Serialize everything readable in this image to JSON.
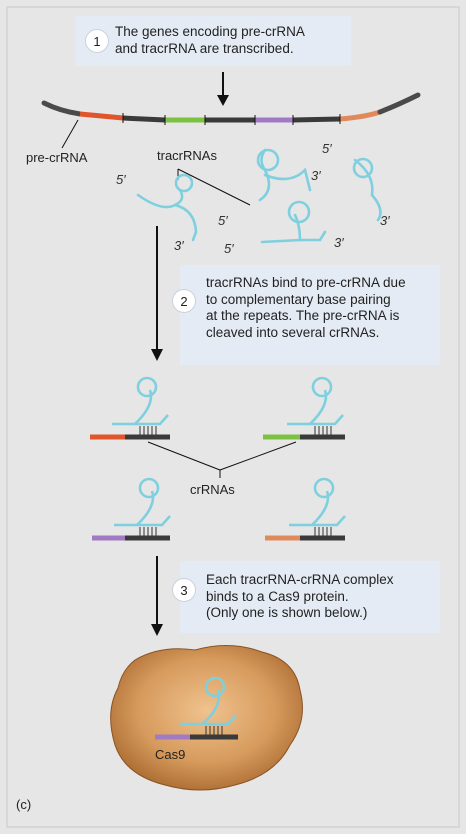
{
  "steps": [
    {
      "number": "1",
      "text_lines": [
        "The genes encoding pre-crRNA",
        "and tracrRNA are transcribed."
      ]
    },
    {
      "number": "2",
      "text_lines": [
        "tracrRNAs bind to pre-crRNA due",
        "to complementary base pairing",
        "at the repeats. The pre-crRNA is",
        "cleaved into several crRNAs."
      ]
    },
    {
      "number": "3",
      "text_lines": [
        "Each tracrRNA-crRNA complex",
        "binds to a Cas9 protein.",
        "(Only one is shown below.)"
      ]
    }
  ],
  "labels": {
    "pre_crrna": "pre-crRNA",
    "tracrrnas": "tracrRNAs",
    "crrnas": "crRNAs",
    "cas9": "Cas9",
    "panel": "(c)",
    "five_prime": "5′",
    "three_prime": "3′"
  },
  "colors": {
    "background": "#e6e6e6",
    "step_box": "#e4ebf4",
    "rna": "#7fd0df",
    "dna_dark": "#3a3a3a",
    "orange": "#e0552b",
    "green": "#7cc242",
    "purple": "#a17ac4",
    "cas9": "#d69a5c"
  }
}
